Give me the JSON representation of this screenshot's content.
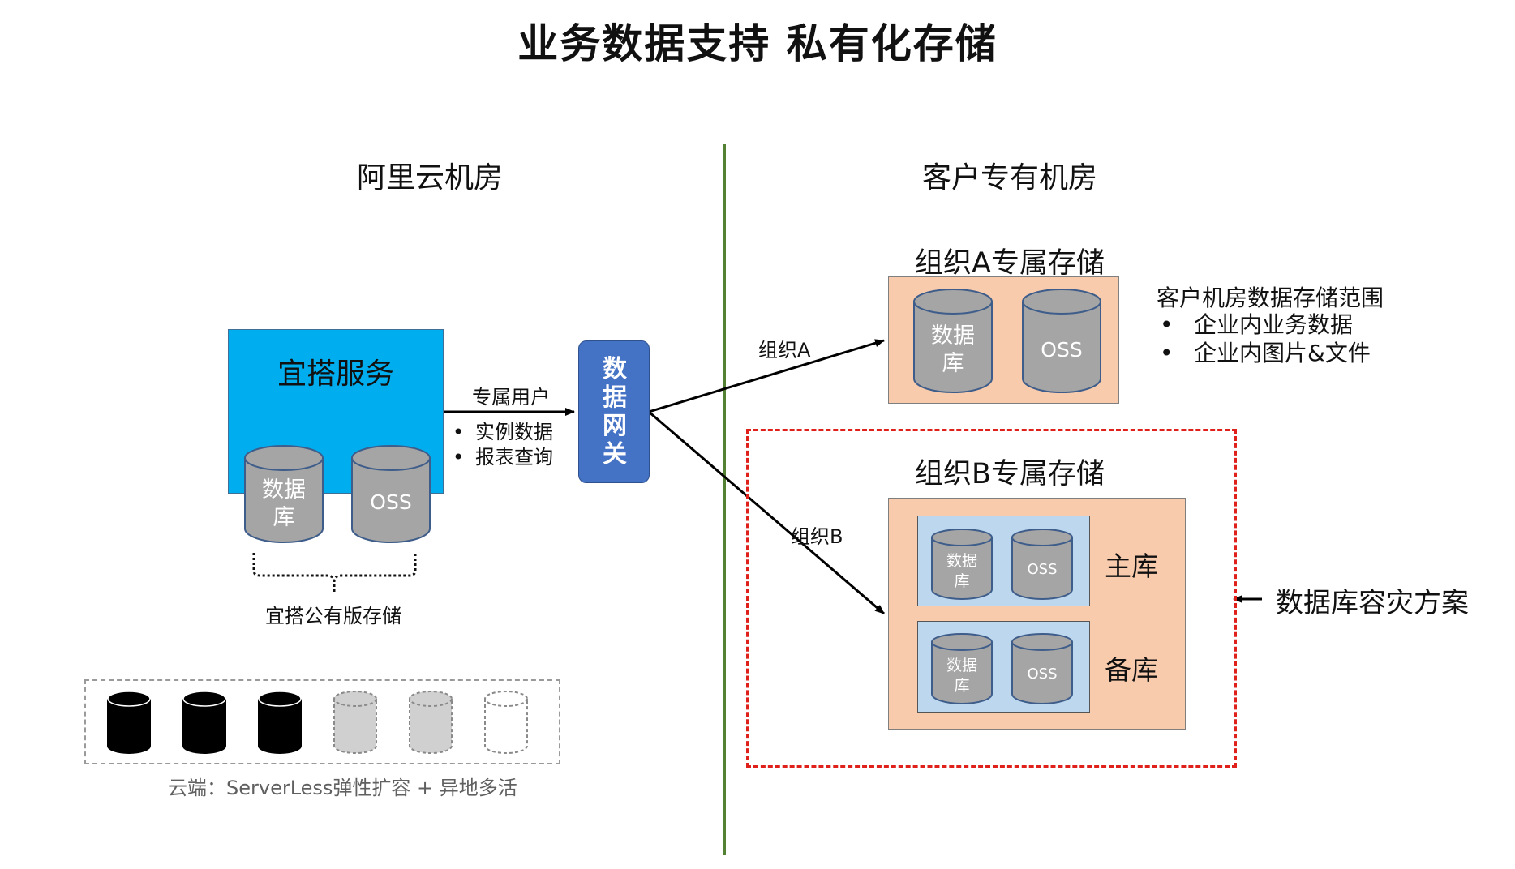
{
  "title": "业务数据支持 私有化存储",
  "left_section": {
    "title": "阿里云机房",
    "service_box": {
      "label": "宜搭服务"
    },
    "db_label": "数据库",
    "oss_label": "OSS",
    "storage_label": "宜搭公有版存储",
    "serverless_caption": "云端：ServerLess弹性扩容 + 异地多活"
  },
  "flow": {
    "arrow_label": "专属用户",
    "items": [
      "实例数据",
      "报表查询"
    ]
  },
  "gateway": {
    "label": "数据网关"
  },
  "right_section": {
    "title": "客户专有机房",
    "org_a": {
      "title": "组织A专属存储",
      "arrow_label": "组织A",
      "db_label": "数据库",
      "oss_label": "OSS"
    },
    "scope": {
      "title": "客户机房数据存储范围",
      "items": [
        "企业内业务数据",
        "企业内图片&文件"
      ]
    },
    "org_b": {
      "title": "组织B专属存储",
      "arrow_label": "组织B",
      "primary_label": "主库",
      "backup_label": "备库",
      "db_label": "数据库",
      "oss_label": "OSS"
    },
    "dr_label": "数据库容灾方案"
  },
  "colors": {
    "service_blue": "#00adef",
    "gateway_blue": "#4472c4",
    "salmon": "#f8cbad",
    "light_blue": "#bdd7ee",
    "cylinder_gray": "#a5a5a5",
    "divider_green": "#548235",
    "dashed_red": "#e0211b"
  }
}
